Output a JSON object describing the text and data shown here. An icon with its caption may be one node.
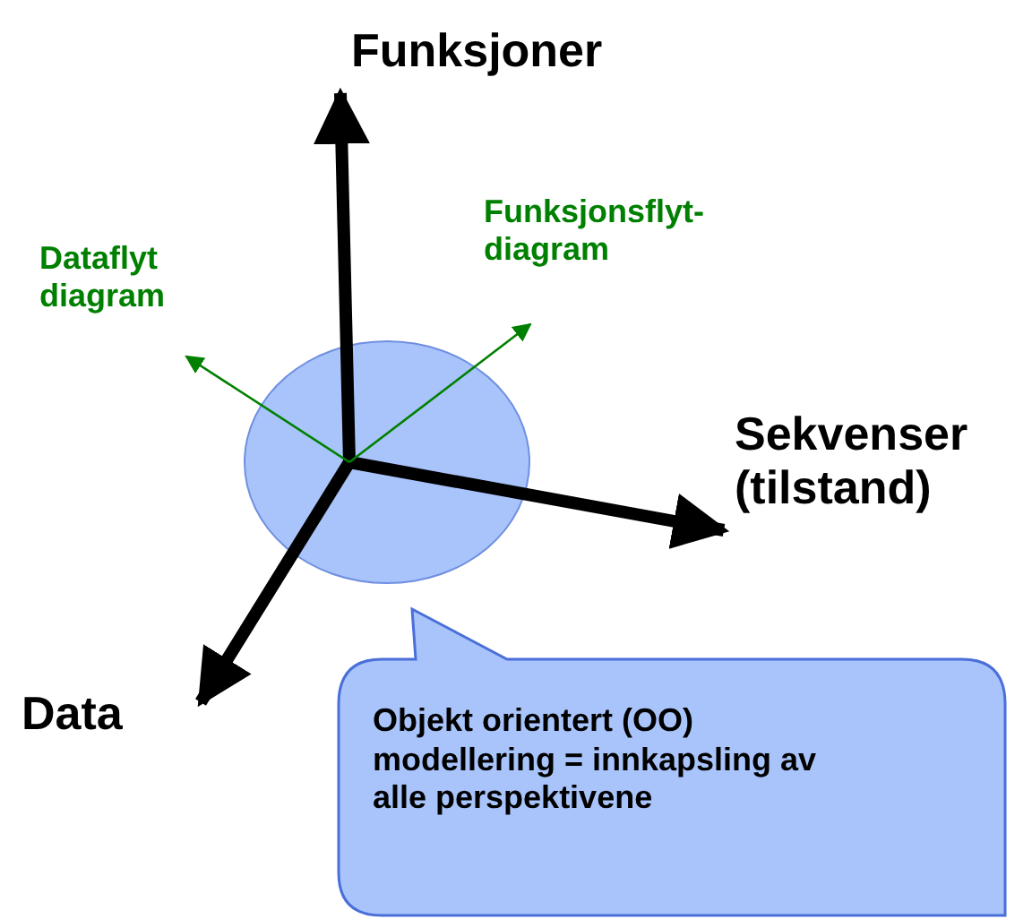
{
  "diagram": {
    "nodes": [
      {
        "text": [],
        "shape": "circle"
      },
      {
        "text": [
          "Funksjoner"
        ]
      },
      {
        "text": [
          "Funksjonsflyt-diagram"
        ]
      },
      {
        "text": [
          "Dataflyt diagram"
        ]
      },
      {
        "text": [
          "Sekvenser (tilstand)"
        ]
      },
      {
        "text": [
          "Data"
        ]
      },
      {
        "text": [
          "Objekt orientert (OO) modellering = innkapsling av alle perspektivene"
        ]
      }
    ],
    "edges": [
      {
        "from": 0,
        "to": 1,
        "arrow": "to"
      },
      {
        "from": 0,
        "to": 4,
        "arrow": "to"
      },
      {
        "from": 0,
        "to": 5,
        "arrow": "to"
      },
      {
        "from": 0,
        "to": 2,
        "arrow": "to",
        "color": "#008000"
      },
      {
        "from": 0,
        "to": 3,
        "arrow": "to",
        "color": "#008000"
      }
    ]
  }
}
